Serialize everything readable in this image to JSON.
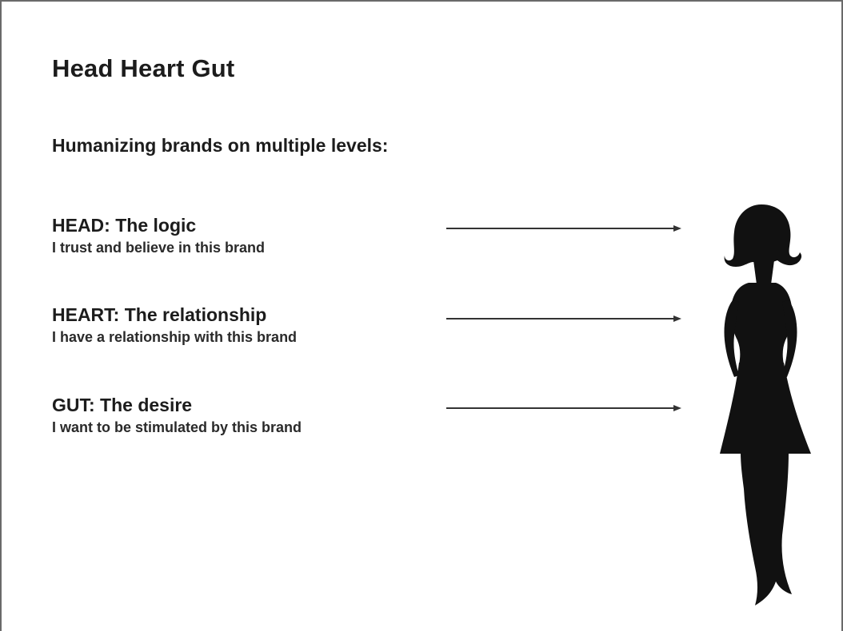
{
  "slide": {
    "title": "Head Heart Gut",
    "subtitle": "Humanizing brands on multiple levels:"
  },
  "levels": [
    {
      "heading": "HEAD: The logic",
      "description": "I trust and believe in this brand"
    },
    {
      "heading": "HEART: The relationship",
      "description": "I have a relationship with this brand"
    },
    {
      "heading": "GUT: The desire",
      "description": "I want to be stimulated by this brand"
    }
  ],
  "figure": {
    "icon": "woman-silhouette-icon",
    "color": "#111111"
  },
  "colors": {
    "text": "#1c1c1c",
    "arrow": "#333333",
    "border": "#6a6a6a"
  }
}
